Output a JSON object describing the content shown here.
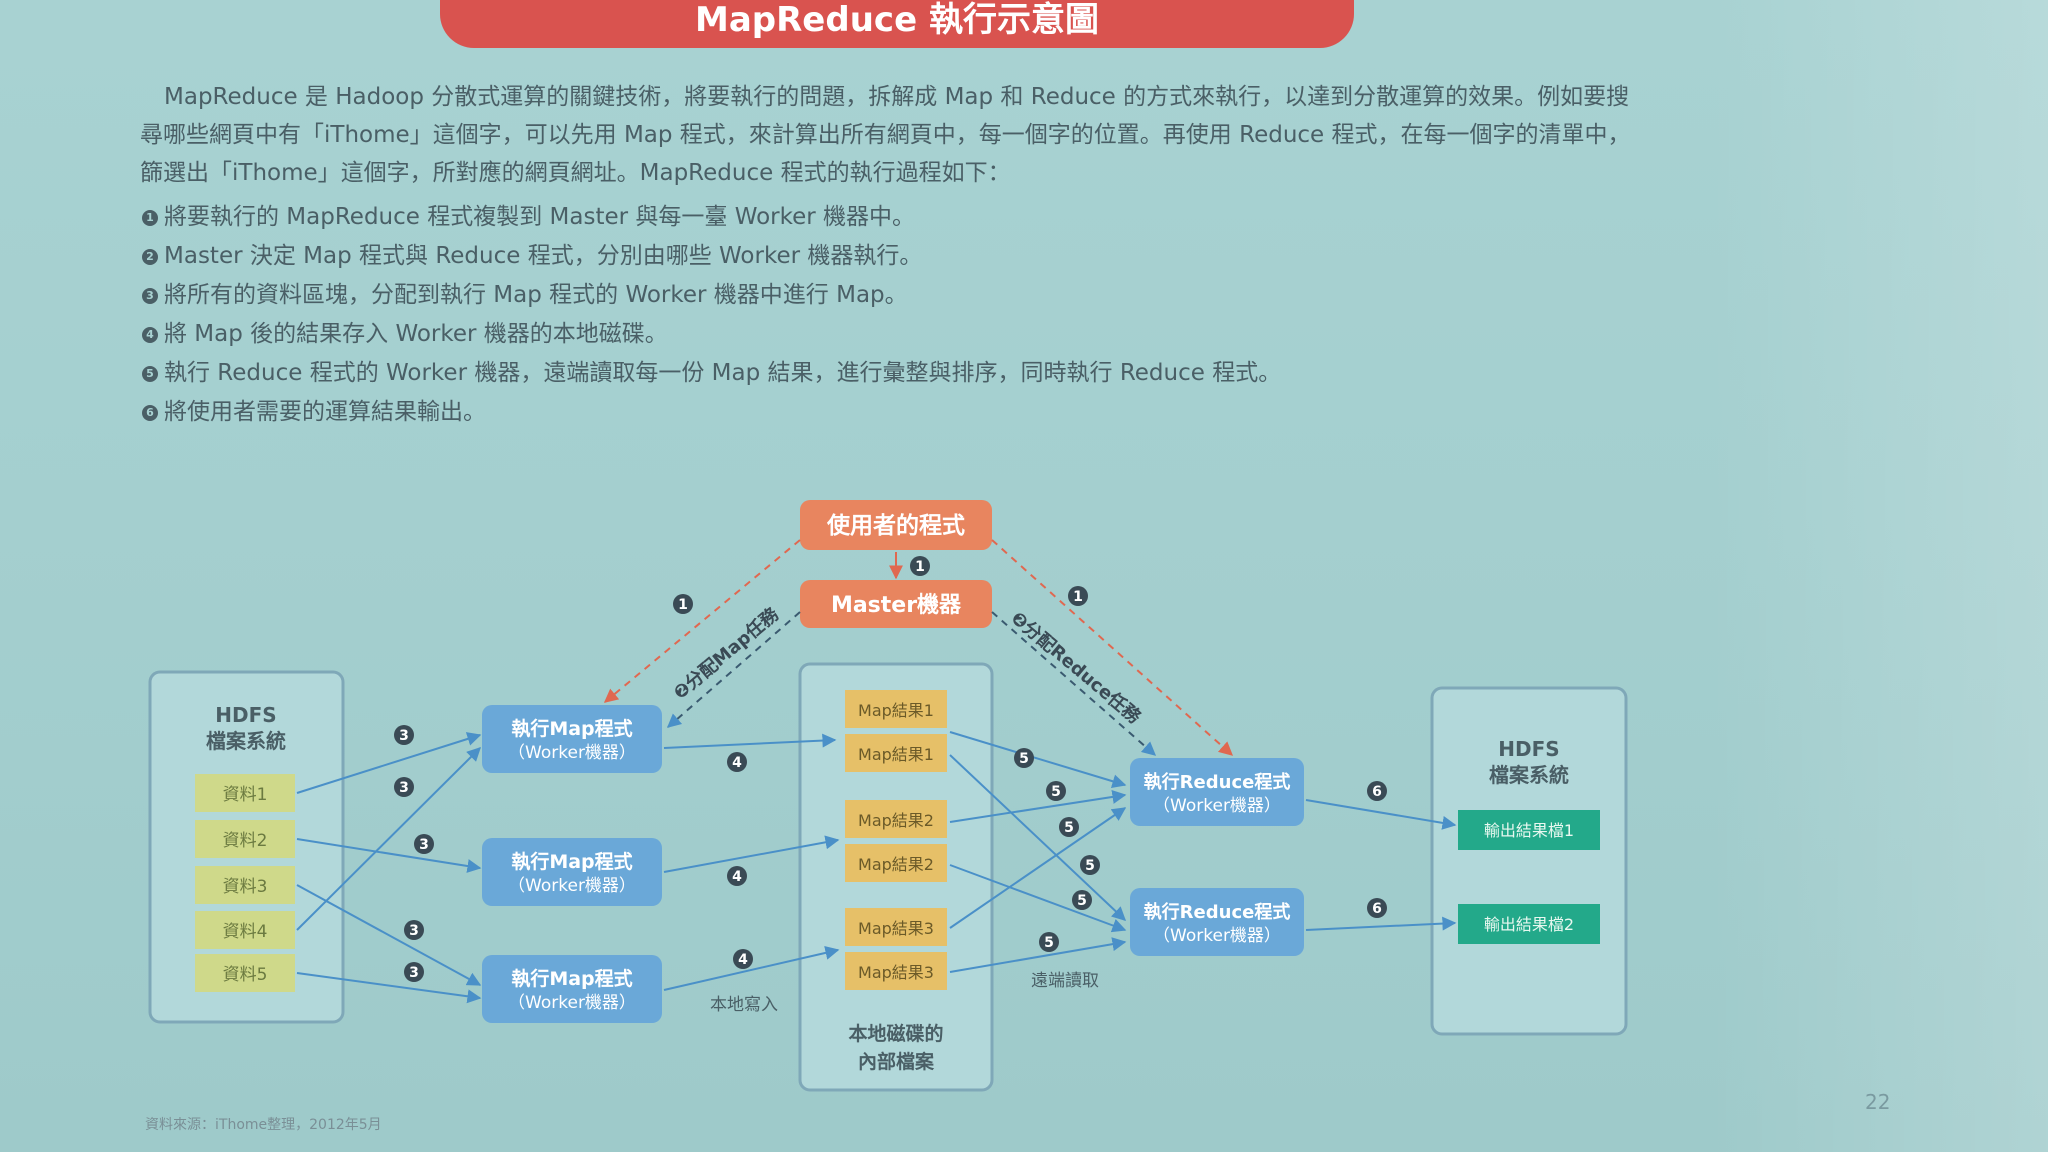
{
  "title": "MapReduce 執行示意圖",
  "intro": [
    "MapReduce 是 Hadoop 分散式運算的關鍵技術，將要執行的問題，拆解成 Map 和 Reduce 的方式來執行，以達到分散運算的效果。例如要搜",
    "尋哪些網頁中有「iThome」這個字，可以先用 Map 程式，來計算出所有網頁中，每一個字的位置。再使用 Reduce 程式，在每一個字的清單中，",
    "篩選出「iThome」這個字，所對應的網頁網址。MapReduce 程式的執行過程如下："
  ],
  "steps": [
    {
      "num": "1",
      "text": "將要執行的 MapReduce 程式複製到 Master 與每一臺 Worker 機器中。"
    },
    {
      "num": "2",
      "text": "Master 決定 Map 程式與 Reduce 程式，分別由哪些 Worker 機器執行。"
    },
    {
      "num": "3",
      "text": "將所有的資料區塊，分配到執行 Map 程式的 Worker 機器中進行 Map。"
    },
    {
      "num": "4",
      "text": "將 Map 後的結果存入 Worker 機器的本地磁碟。"
    },
    {
      "num": "5",
      "text": "執行 Reduce 程式的 Worker 機器，遠端讀取每一份 Map 結果，進行彙整與排序，同時執行 Reduce 程式。"
    },
    {
      "num": "6",
      "text": "將使用者需要的運算結果輸出。"
    }
  ],
  "diagram": {
    "user_program": "使用者的程式",
    "master": "Master機器",
    "assign_map": "❷分配Map任務",
    "assign_reduce": "❷分配Reduce任務",
    "hdfs_in_title": [
      "HDFS",
      "檔案系統"
    ],
    "data_blocks": [
      "資料1",
      "資料2",
      "資料3",
      "資料4",
      "資料5"
    ],
    "map_worker": [
      "執行Map程式",
      "（Worker機器）"
    ],
    "reduce_worker": [
      "執行Reduce程式",
      "（Worker機器）"
    ],
    "map_results": [
      "Map結果1",
      "Map結果1",
      "Map結果2",
      "Map結果2",
      "Map結果3",
      "Map結果3"
    ],
    "local_disk": [
      "本地磁碟的",
      "內部檔案"
    ],
    "local_write": "本地寫入",
    "remote_read": "遠端讀取",
    "hdfs_out_title": [
      "HDFS",
      "檔案系統"
    ],
    "outputs": [
      "輸出結果檔1",
      "輸出結果檔2"
    ],
    "badges": {
      "one": "1",
      "three": "3",
      "four": "4",
      "five": "5",
      "six": "6"
    }
  },
  "footer_source": "資料來源：iThome整理，2012年5月",
  "page_number": "22",
  "colors": {
    "title_bg": "#d9534f",
    "orange_box": "#e8855f",
    "blue_box": "#6aa8d8",
    "green_block": "#cfd98a",
    "gold_block": "#e6c068",
    "teal_output": "#23a98a",
    "text": "#4a5f66"
  }
}
